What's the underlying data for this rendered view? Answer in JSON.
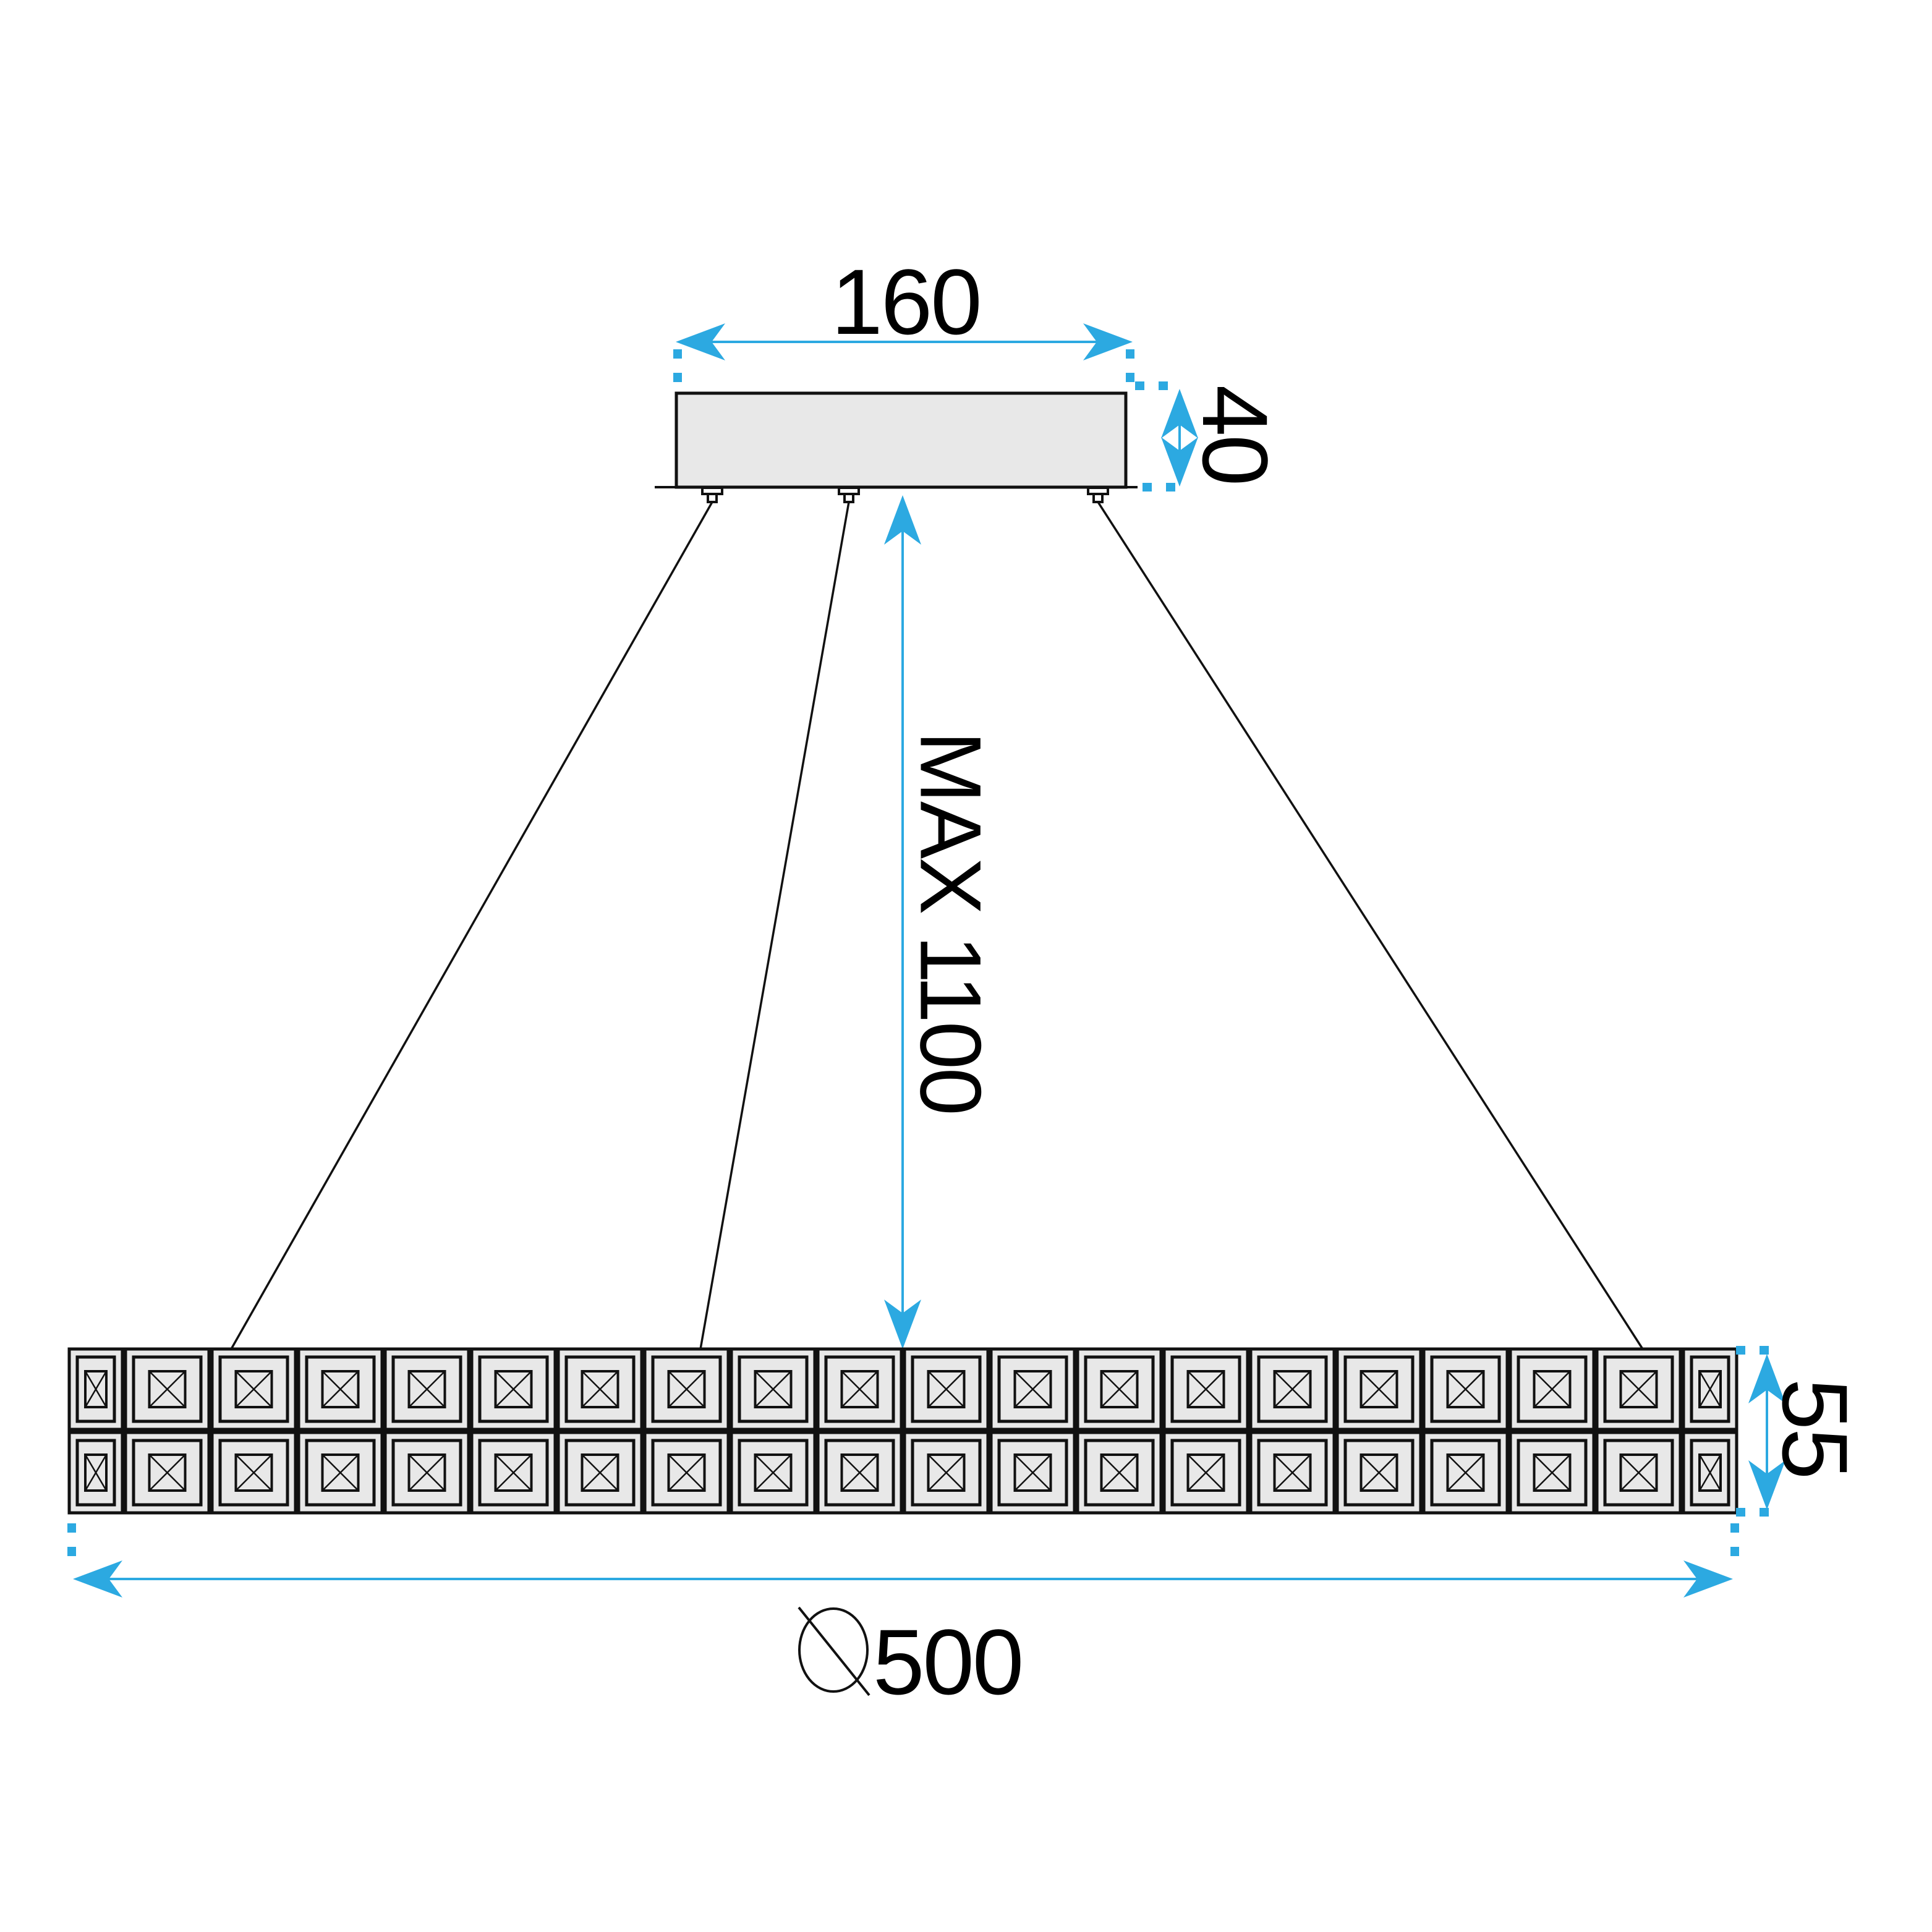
{
  "drawing": {
    "kind": "pendant-lamp-dimensional-drawing",
    "labels": {
      "canopy_width": "160",
      "canopy_height": "40",
      "max_drop": "MAX 1100",
      "bar_height": "55",
      "bar_diameter_value": "500",
      "bar_diameter_symbol": "diameter-sign"
    },
    "suspension": {
      "hanger_count": 3,
      "wire_count": 3
    },
    "bar": {
      "rows": 2,
      "columns": 20,
      "full_cells_per_row": 18,
      "narrow_end_cells_per_row": 2
    },
    "colors": {
      "accent": "#2ca9e1",
      "panel_fill": "#e8e8e8",
      "line": "#111111",
      "background": "#ffffff"
    }
  }
}
